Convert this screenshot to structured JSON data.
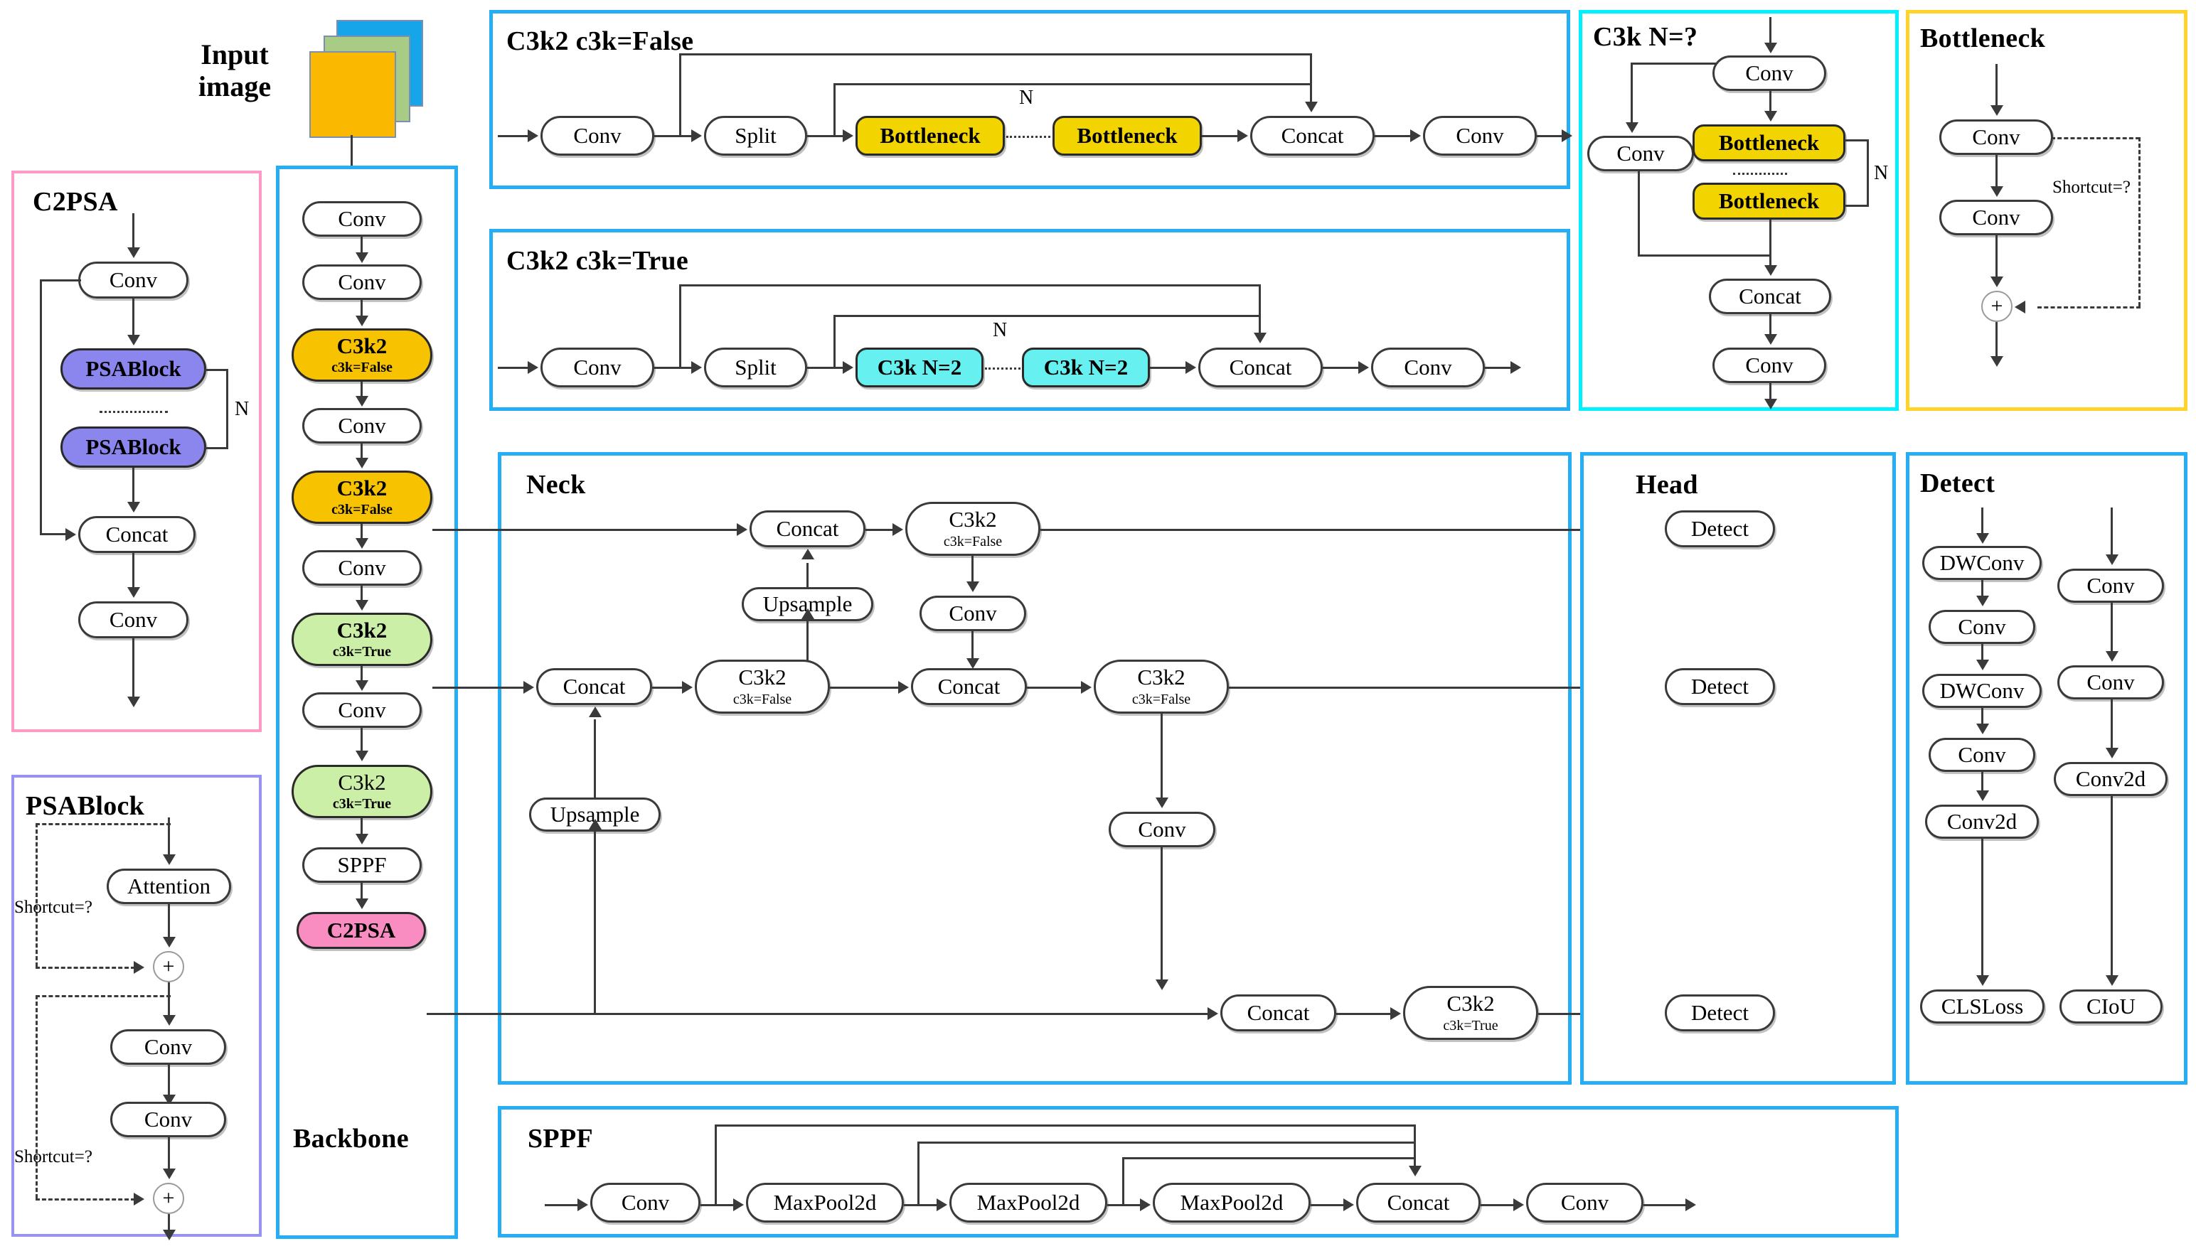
{
  "diagram": {
    "title": "YOLO Architecture Diagram",
    "input": {
      "label_line1": "Input",
      "label_line2": "image",
      "layers": [
        {
          "name": "layer-blue",
          "color": "#15A5E8"
        },
        {
          "name": "layer-green",
          "color": "#A8CC85"
        },
        {
          "name": "layer-orange",
          "color": "#FBB800"
        }
      ]
    },
    "colors": {
      "c3k2_false": "#F7C200",
      "c3k2_true": "#CCEFA8",
      "c2psa": "#F98DC2",
      "psablock": "#8B85EE",
      "bottleneck": "#F2D500",
      "c3k": "#66F0F0",
      "border_blue": "#26AEF4",
      "border_cyan": "#00F0FF",
      "border_pink": "#FF9AC6",
      "border_purple": "#9A92F0",
      "border_yellow": "#FFD32A"
    },
    "panels": {
      "c2psa": {
        "title": "C2PSA",
        "nodes": [
          {
            "label": "Conv"
          },
          {
            "label": "PSABlock"
          },
          {
            "label": "PSABlock"
          },
          {
            "label": "Concat"
          },
          {
            "label": "Conv"
          }
        ],
        "repeat_label": "N"
      },
      "psablock": {
        "title": "PSABlock",
        "nodes": [
          {
            "label": "Attention"
          },
          {
            "label": "+"
          },
          {
            "label": "Conv"
          },
          {
            "label": "Conv"
          },
          {
            "label": "+"
          }
        ],
        "shortcut_label_1": "Shortcut=?",
        "shortcut_label_2": "Shortcut=?"
      },
      "backbone": {
        "title": "Backbone",
        "nodes": [
          {
            "label": "Conv",
            "sub": "",
            "kind": "plain"
          },
          {
            "label": "Conv",
            "sub": "",
            "kind": "plain"
          },
          {
            "label": "C3k2",
            "sub": "c3k=False",
            "kind": "orange"
          },
          {
            "label": "Conv",
            "sub": "",
            "kind": "plain"
          },
          {
            "label": "C3k2",
            "sub": "c3k=False",
            "kind": "orange"
          },
          {
            "label": "Conv",
            "sub": "",
            "kind": "plain"
          },
          {
            "label": "C3k2",
            "sub": "c3k=True",
            "kind": "green"
          },
          {
            "label": "Conv",
            "sub": "",
            "kind": "plain"
          },
          {
            "label": "C3k2",
            "sub": "c3k=True",
            "kind": "green"
          },
          {
            "label": "SPPF",
            "sub": "",
            "kind": "plain"
          },
          {
            "label": "C2PSA",
            "sub": "",
            "kind": "pink"
          }
        ]
      },
      "c3k2_false": {
        "title": "C3k2 c3k=False",
        "nodes": [
          {
            "label": "Conv"
          },
          {
            "label": "Split"
          },
          {
            "label": "Bottleneck"
          },
          {
            "label": "Bottleneck"
          },
          {
            "label": "Concat"
          },
          {
            "label": "Conv"
          }
        ],
        "repeat_label": "N"
      },
      "c3k2_true": {
        "title": "C3k2 c3k=True",
        "nodes": [
          {
            "label": "Conv"
          },
          {
            "label": "Split"
          },
          {
            "label": "C3k N=2"
          },
          {
            "label": "C3k N=2"
          },
          {
            "label": "Concat"
          },
          {
            "label": "Conv"
          }
        ],
        "repeat_label": "N"
      },
      "c3k": {
        "title": "C3k N=?",
        "nodes": [
          {
            "label": "Conv"
          },
          {
            "label": "Conv"
          },
          {
            "label": "Bottleneck"
          },
          {
            "label": "Bottleneck"
          },
          {
            "label": "Concat"
          },
          {
            "label": "Conv"
          }
        ],
        "repeat_label": "N"
      },
      "bottleneck": {
        "title": "Bottleneck",
        "nodes": [
          {
            "label": "Conv"
          },
          {
            "label": "Conv"
          },
          {
            "label": "+"
          }
        ],
        "shortcut_label": "Shortcut=?"
      },
      "neck": {
        "title": "Neck",
        "nodes": [
          {
            "label": "Concat",
            "sub": ""
          },
          {
            "label": "C3k2",
            "sub": "c3k=False"
          },
          {
            "label": "Upsample",
            "sub": ""
          },
          {
            "label": "Conv",
            "sub": ""
          },
          {
            "label": "Concat",
            "sub": ""
          },
          {
            "label": "C3k2",
            "sub": "c3k=False"
          },
          {
            "label": "Concat",
            "sub": ""
          },
          {
            "label": "C3k2",
            "sub": "c3k=False"
          },
          {
            "label": "Conv",
            "sub": ""
          },
          {
            "label": "Upsample",
            "sub": ""
          },
          {
            "label": "Concat",
            "sub": ""
          },
          {
            "label": "C3k2",
            "sub": "c3k=True"
          }
        ]
      },
      "head": {
        "title": "Head",
        "nodes": [
          {
            "label": "Detect"
          },
          {
            "label": "Detect"
          },
          {
            "label": "Detect"
          }
        ]
      },
      "detect": {
        "title": "Detect",
        "branch_cls": [
          {
            "label": "DWConv"
          },
          {
            "label": "Conv"
          },
          {
            "label": "DWConv"
          },
          {
            "label": "Conv"
          },
          {
            "label": "Conv2d"
          },
          {
            "label": "CLSLoss"
          }
        ],
        "branch_box": [
          {
            "label": "Conv"
          },
          {
            "label": "Conv"
          },
          {
            "label": "Conv2d"
          },
          {
            "label": "CIoU"
          }
        ]
      },
      "sppf": {
        "title": "SPPF",
        "nodes": [
          {
            "label": "Conv"
          },
          {
            "label": "MaxPool2d"
          },
          {
            "label": "MaxPool2d"
          },
          {
            "label": "MaxPool2d"
          },
          {
            "label": "Concat"
          },
          {
            "label": "Conv"
          }
        ]
      }
    }
  }
}
